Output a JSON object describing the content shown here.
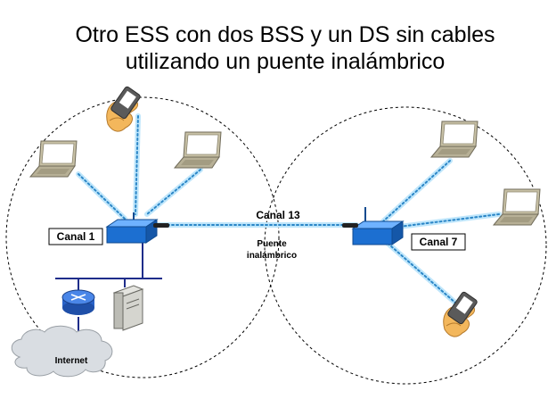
{
  "title": {
    "line1": "Otro ESS con dos BSS y un DS sin cables",
    "line2": "utilizando un puente inalámbrico"
  },
  "labels": {
    "canal_1": "Canal 1",
    "canal_7": "Canal 7",
    "canal_13": "Canal 13",
    "puente_line1": "Puente",
    "puente_line2": "inalámbrico",
    "internet": "Internet"
  },
  "footer": "(cut off, unreadable)",
  "icons": {
    "laptop": "laptop-icon",
    "pda": "pda-in-hand-icon",
    "access_point": "wireless-access-point-icon",
    "router": "router-icon",
    "server": "server-icon",
    "cloud": "internet-cloud-icon"
  },
  "colors": {
    "wave": "#2b86c7",
    "wave_light": "#bfe6fb",
    "access_point": "#1c6fd1",
    "router": "#2a63c9",
    "ethernet": "#1f2d8a",
    "cloud": "#d9dde2",
    "laptop_body": "#b7b096",
    "hand": "#f3b75c"
  }
}
